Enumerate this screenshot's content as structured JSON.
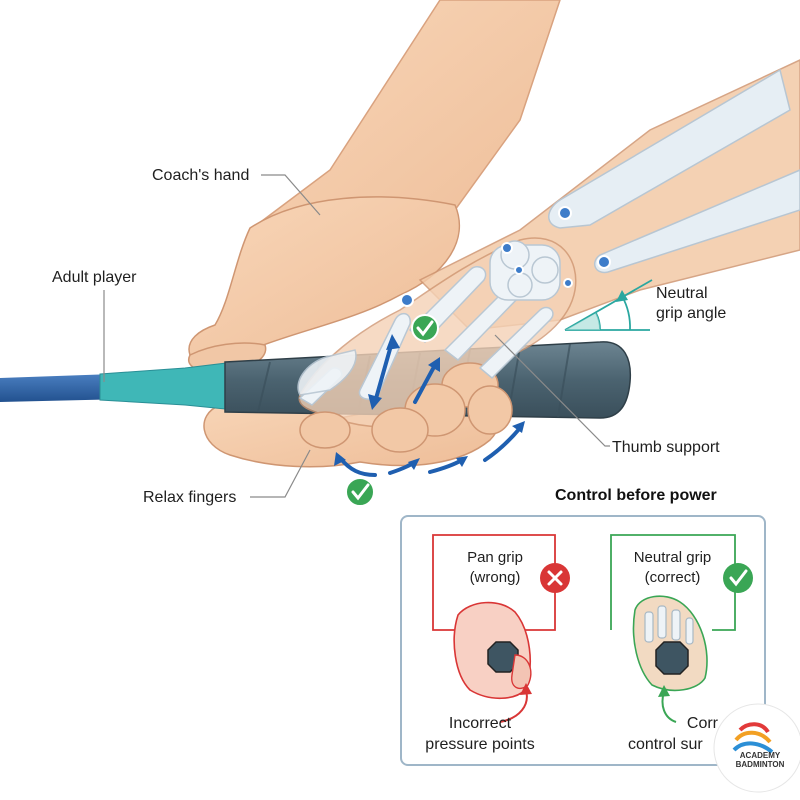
{
  "labels": {
    "coach_hand": "Coach's hand",
    "adult_player": "Adult player",
    "neutral_line1": "Neutral",
    "neutral_line2": "grip angle",
    "thumb_support": "Thumb support",
    "relax_fingers": "Relax fingers"
  },
  "inset": {
    "title": "Control before power",
    "left": {
      "line1": "Pan grip",
      "line2": "(wrong)",
      "caption1": "Incorrect",
      "caption2": "pressure points",
      "status": "wrong",
      "icon": "x-icon",
      "color": "#d93636"
    },
    "right": {
      "line1": "Neutral grip",
      "line2": "(correct)",
      "caption1": "Corr",
      "caption2": "control sur",
      "status": "correct",
      "icon": "check-icon",
      "color": "#3aa655"
    }
  },
  "logo": {
    "top": "ACADEMY",
    "bottom": "BADMINTON"
  },
  "colors": {
    "skin": "#f5cba8",
    "bone": "#e9eff4",
    "grip": "#4d6674",
    "shaft": "#2e5f9e",
    "accent_blue": "#2c6fb7",
    "check_green": "#3aa655",
    "wrong_red": "#d93636",
    "angle_teal": "#2aa7a0"
  }
}
